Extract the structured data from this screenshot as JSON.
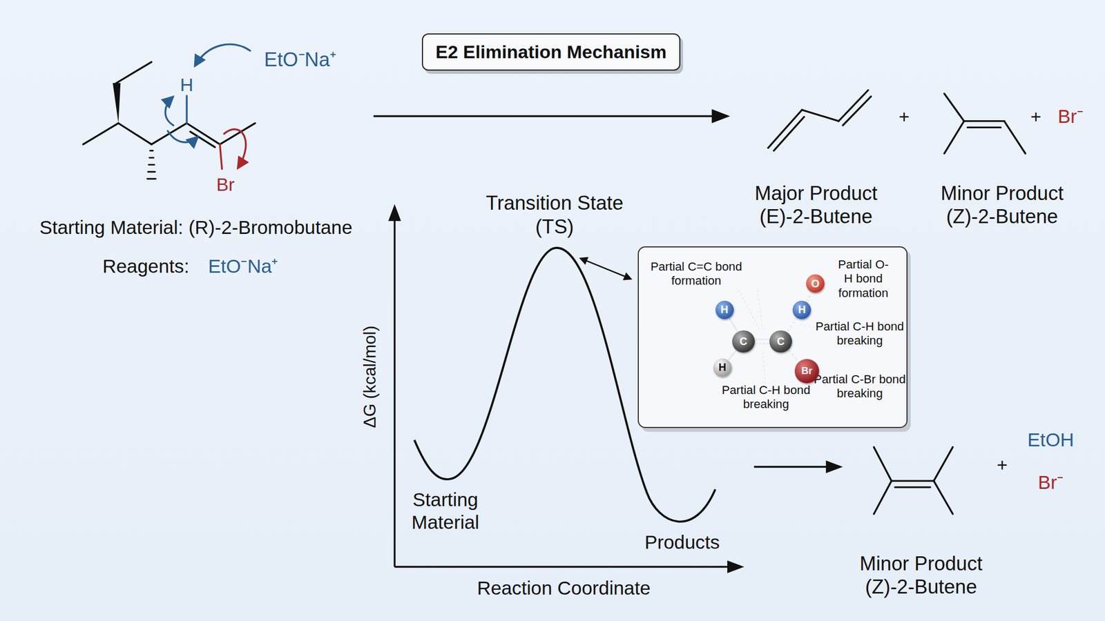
{
  "diagram": {
    "nodes": [
      {
        "text": [
          "E2 Elimination Mechanism"
        ]
      },
      {
        "text": [
          "Partial C=C bond formation",
          "Partial O-H bond formation",
          "Partial C-H bond breaking",
          "Partial C-Br bond breaking",
          "Partial C-H bond breaking"
        ]
      },
      {
        "text": [
          "H"
        ],
        "in": 1
      },
      {
        "text": [
          "C"
        ],
        "in": 1
      },
      {
        "text": [
          "C"
        ],
        "in": 1
      },
      {
        "text": [
          "H"
        ],
        "in": 1
      },
      {
        "text": [
          "O"
        ],
        "in": 1
      },
      {
        "text": [
          "Br"
        ],
        "in": 1
      },
      {
        "text": [
          "H"
        ],
        "in": 1
      }
    ],
    "edges": [
      {
        "from": 3,
        "to": 4,
        "arrow": "none"
      },
      {
        "from": 2,
        "to": 3,
        "arrow": "none"
      },
      {
        "from": 8,
        "to": 3,
        "arrow": "none"
      },
      {
        "from": 4,
        "to": 5,
        "arrow": "none"
      },
      {
        "from": 5,
        "to": 6,
        "arrow": "none"
      },
      {
        "from": 4,
        "to": 7,
        "arrow": "none"
      }
    ],
    "labels": [
      "H",
      "EtO⁻Na⁺",
      "Br",
      "Starting Material: (R)-2-Bromobutane",
      "Reagents:",
      "EtO⁻Na⁺",
      "+",
      "+",
      "Br⁻",
      "Major Product (E)-2-Butene",
      "Minor Product (Z)-2-Butene",
      "Transition State (TS)",
      "ΔG (kcal/mol)",
      "Starting Material",
      "Products",
      "Reaction Coordinate",
      "+",
      "EtOH",
      "Br⁻",
      "Minor Product (Z)-2-Butene"
    ]
  }
}
